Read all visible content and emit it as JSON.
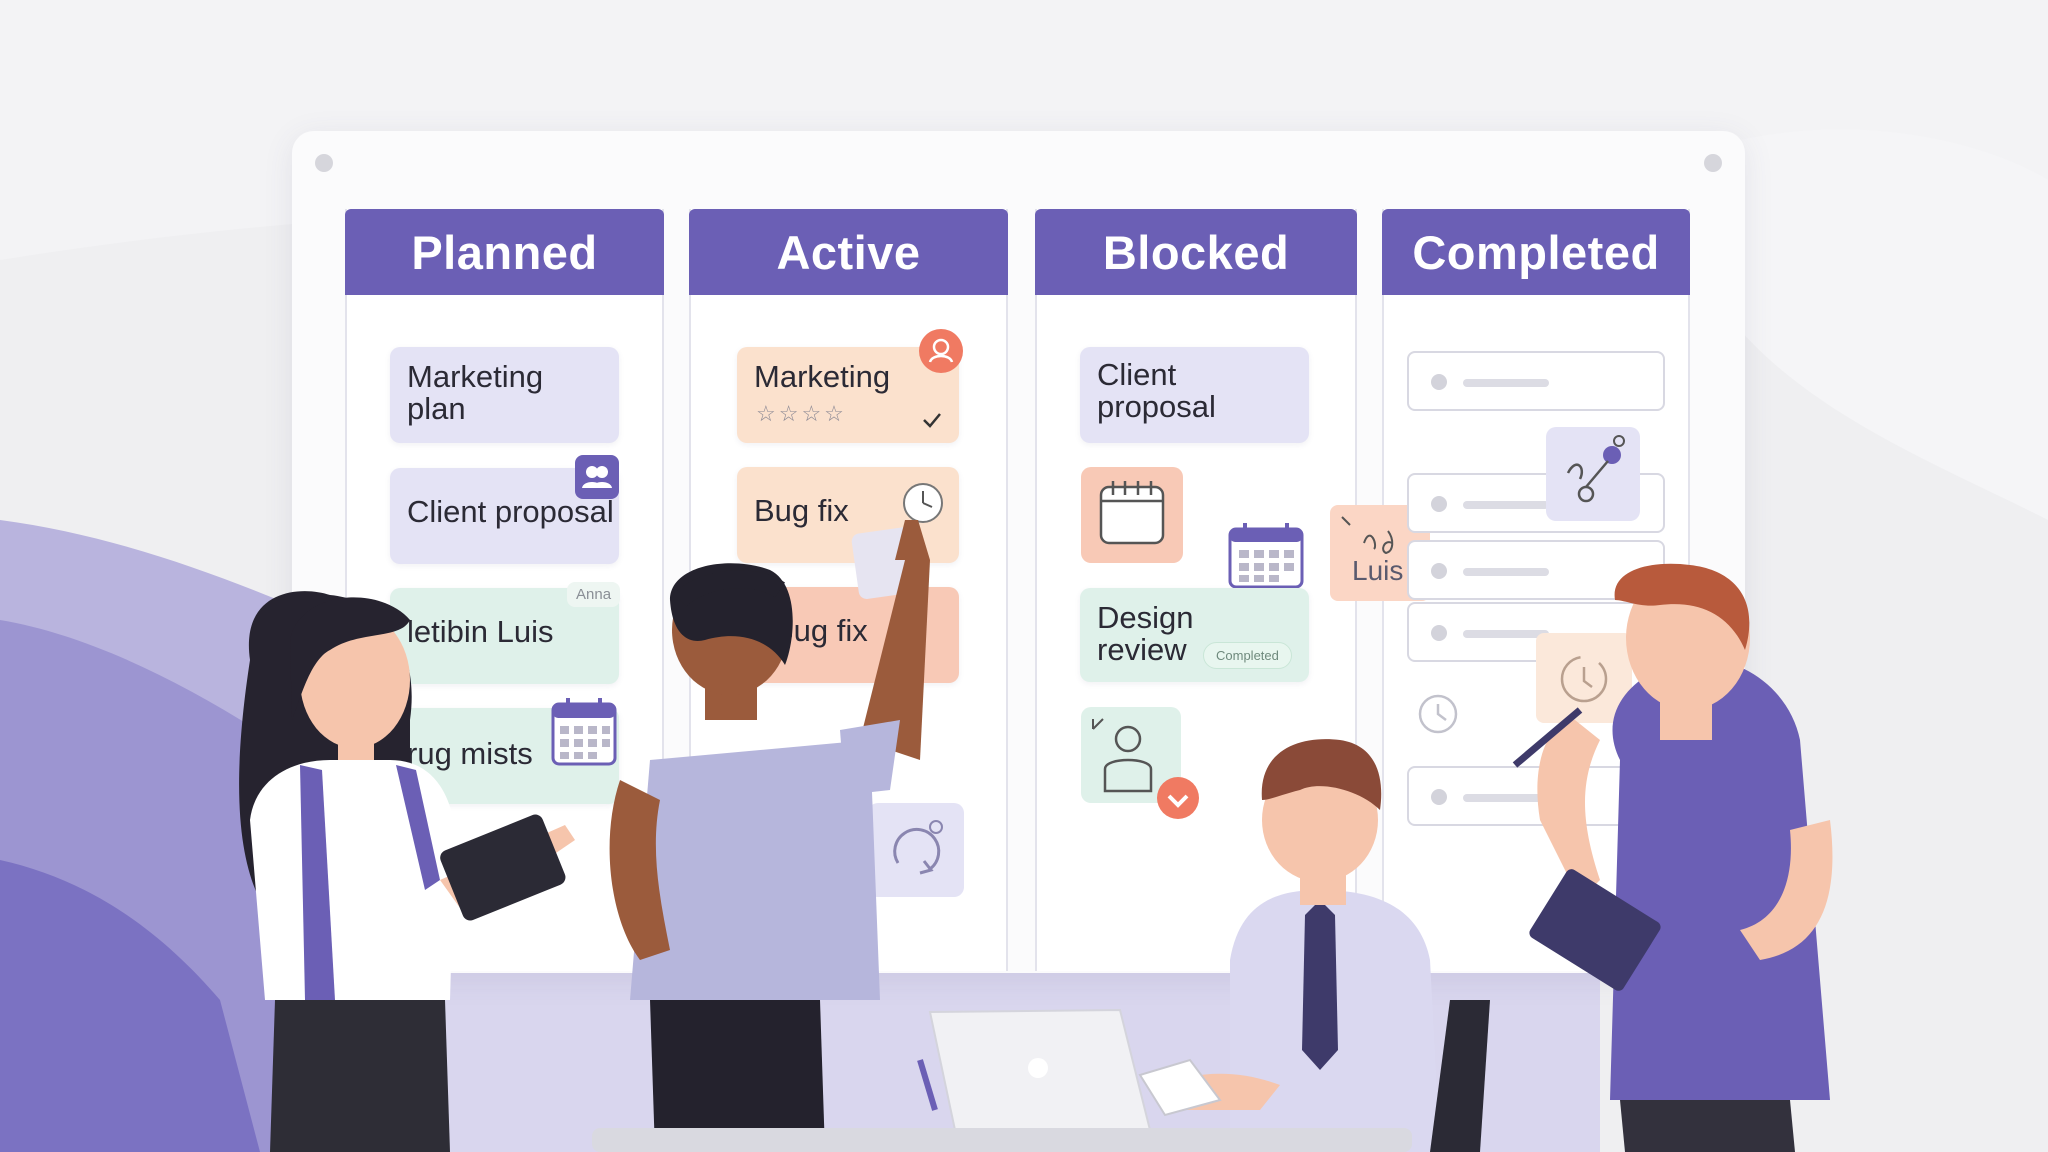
{
  "board": {
    "columns": [
      {
        "title": "Planned"
      },
      {
        "title": "Active"
      },
      {
        "title": "Blocked"
      },
      {
        "title": "Completed"
      }
    ],
    "planned_cards": [
      {
        "label": "Marketing\nplan"
      },
      {
        "label": "Client proposal"
      },
      {
        "label": "letibin Luis",
        "tag": "Anna"
      },
      {
        "label": "rug mists"
      }
    ],
    "active_cards": [
      {
        "label": "Marketing",
        "rating": "☆☆☆☆"
      },
      {
        "label": "Bug fix"
      },
      {
        "label": "Bug fix"
      }
    ],
    "blocked_cards": [
      {
        "label": "Client\nproposal"
      },
      {
        "label": "Design\nreview",
        "status": "Completed"
      }
    ],
    "sticky_note": {
      "label": "Luis"
    }
  },
  "colors": {
    "header": "#6b5fb5",
    "lavender": "#e4e3f5",
    "peach": "#fbe1cd",
    "salmon": "#f8c9b6",
    "mint": "#dff1ea",
    "accent": "#f07a62"
  },
  "icons": [
    "team-icon",
    "calendar-icon",
    "clock-icon",
    "user-icon",
    "check-icon",
    "checkmark-icon",
    "workflow-icon",
    "refresh-icon",
    "timer-icon",
    "laptop-icon"
  ]
}
